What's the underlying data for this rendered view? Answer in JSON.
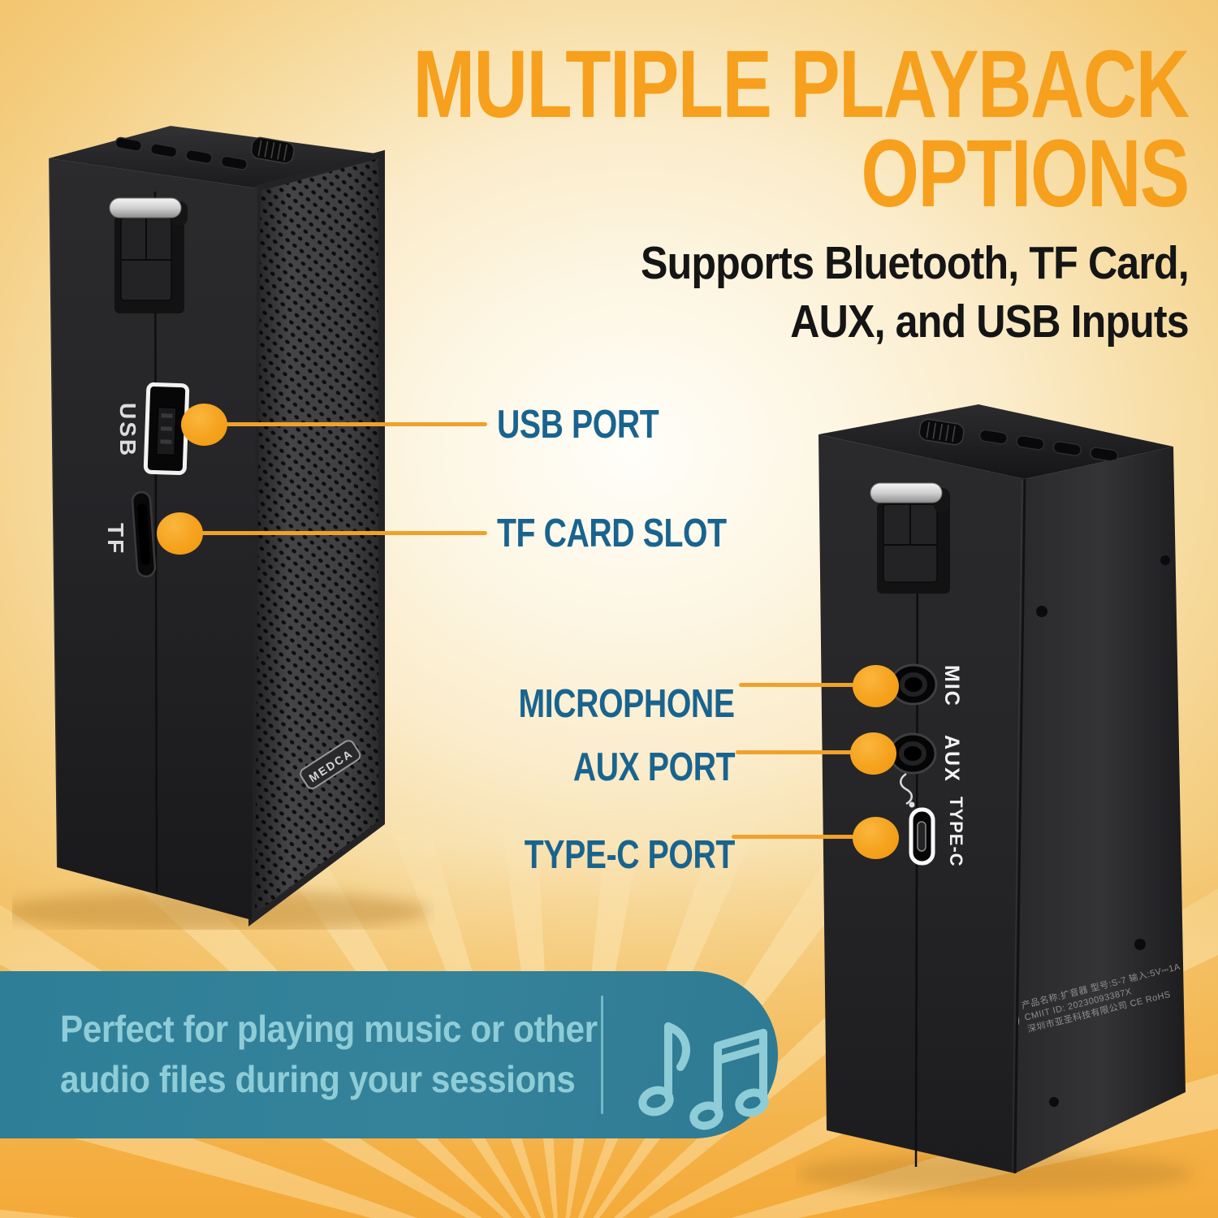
{
  "title": {
    "line1": "MULTIPLE PLAYBACK",
    "line2": "OPTIONS"
  },
  "subtitle": {
    "line1": "Supports Bluetooth, TF Card,",
    "line2": "AUX, and USB Inputs"
  },
  "callouts": {
    "usb": {
      "label": "USB PORT"
    },
    "tf": {
      "label": "TF CARD SLOT"
    },
    "mic": {
      "label": "MICROPHONE"
    },
    "aux": {
      "label": "AUX PORT"
    },
    "typec": {
      "label": "TYPE-C PORT"
    }
  },
  "device_left": {
    "usb_label": "USB",
    "tf_label": "TF",
    "brand": "MEDCA"
  },
  "device_right": {
    "mic_label": "MIC",
    "aux_label": "AUX",
    "typec_label": "TYPE-C",
    "print_line1": "产品名称:扩音器 型号:S-7 输入:5V⎓1A",
    "print_line2": "CMIIT ID: 20230093387X",
    "print_line3": "深圳市亚圣科技有限公司  CE RoHS"
  },
  "banner": {
    "line1": "Perfect for playing music or other",
    "line2": "audio files during your sessions"
  },
  "colors": {
    "title_orange": "#F6A01D",
    "label_blue": "#19648F",
    "callout_orange": "#F0A12C",
    "dot_orange": "#F5A21D",
    "banner_teal": "#2F7F99",
    "banner_text": "#8ECDD7"
  }
}
